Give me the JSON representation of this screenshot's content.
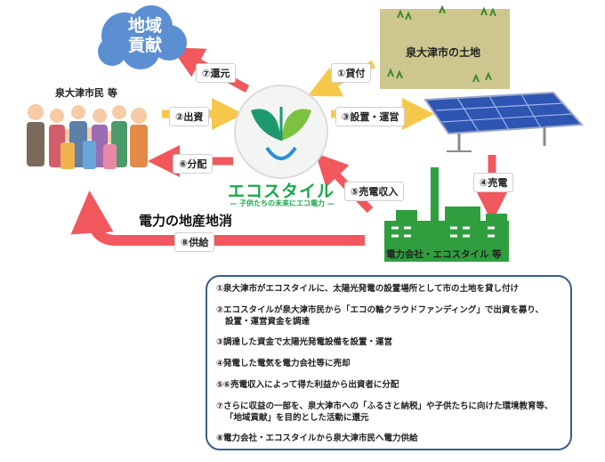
{
  "top_nodes": {
    "community_line1": "地域",
    "community_line2": "貢献",
    "city_land": "泉大津市の土地",
    "citizens": "泉大津市民 等",
    "power_company": "電力会社・エコスタイル 等"
  },
  "center": {
    "brand": "エコスタイル",
    "tagline": "子供たちの未来にエコ電力"
  },
  "flows": {
    "f1": "①貸付",
    "f2": "②出資",
    "f3": "③設置・運営",
    "f4": "④売電",
    "f5": "⑤売電収入",
    "f6": "⑥分配",
    "f7": "⑦還元",
    "f8": "⑧供給"
  },
  "local_power_label": "電力の地産地消",
  "explanations": [
    "①泉大津市がエコスタイルに、太陽光発電の設置場所として市の土地を貸し付け",
    "②エコスタイルが泉大津市民から「エコの輪クラウドファンディング」で出資を募り、",
    "設置・運営資金を調達",
    "③調達した資金で太陽光発電設備を設置・運営",
    "④発電した電気を電力会社等に売却",
    "⑤⑥売電収入によって得た利益から出資者に分配",
    "⑦さらに収益の一部を、泉大津市への「ふるさと納税」や子供たちに向けた環境教育等、",
    "「地域貢献」を目的とした活動に還元",
    "⑧電力会社・エコスタイルから泉大津市民へ電力供給"
  ],
  "colors": {
    "red_arrow": "#f0585e",
    "yellow_arrow": "#f5c84a",
    "green_brand": "#18a84a",
    "community_blue": "#5c8fd1",
    "land_olive": "#cdc78f",
    "factory_green": "#2f9e3f",
    "frame_navy": "#3b5b8c"
  }
}
